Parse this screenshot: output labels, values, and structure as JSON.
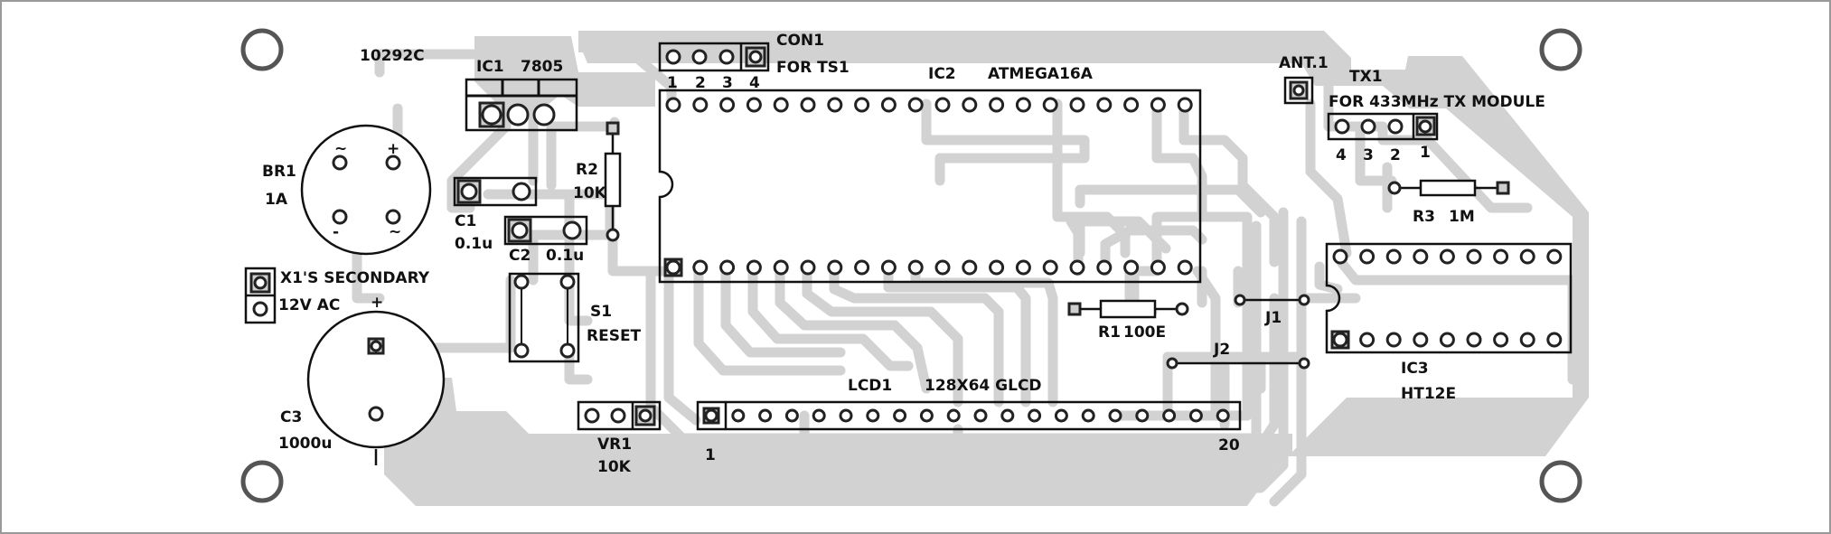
{
  "board": {
    "code": "10292C",
    "colors": {
      "copper": "#d2d2d2",
      "silk": "#111111",
      "background": "#ffffff"
    }
  },
  "labels": {
    "ic1_name": "IC1",
    "ic1_value": "7805",
    "br1_name": "BR1",
    "br1_value": "1A",
    "br1_ac1": "~",
    "br1_plus": "+",
    "br1_minus": "-",
    "br1_ac2": "~",
    "c1_name": "C1",
    "c1_value": "0.1u",
    "c2_name": "C2",
    "c2_value": "0.1u",
    "r2_name": "R2",
    "r2_value": "10K",
    "x1_line1": "X1'S SECONDARY",
    "x1_line2": "12V AC",
    "c3_plus": "+",
    "c3_name": "C3",
    "c3_value": "1000u",
    "s1_name": "S1",
    "s1_value": "RESET",
    "con1_name": "CON1",
    "con1_desc": "FOR TS1",
    "con1_pins": [
      "1",
      "2",
      "3",
      "4"
    ],
    "ic2_name": "IC2",
    "ic2_value": "ATMEGA16A",
    "ant_name": "ANT.1",
    "tx1_name": "TX1",
    "tx1_desc": "FOR 433MHz TX MODULE",
    "tx1_pins": [
      "4",
      "3",
      "2",
      "1"
    ],
    "r3_name": "R3",
    "r3_value": "1M",
    "r1_name": "R1",
    "r1_value": "100E",
    "j1_name": "J1",
    "j2_name": "J2",
    "lcd_name": "LCD1",
    "lcd_value": "128X64 GLCD",
    "lcd_pin_first": "1",
    "lcd_pin_last": "20",
    "vr1_name": "VR1",
    "vr1_value": "10K",
    "ic3_name": "IC3",
    "ic3_value": "HT12E"
  }
}
